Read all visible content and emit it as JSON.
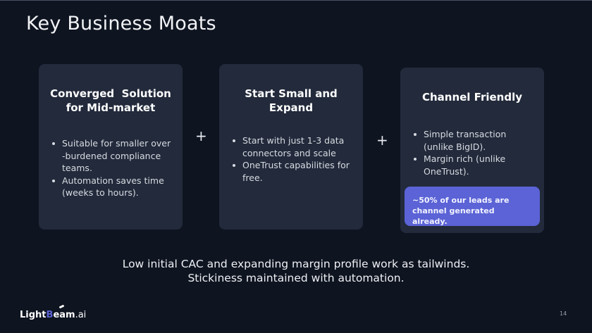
{
  "slide": {
    "title": "Key Business Moats",
    "page_number": "14"
  },
  "cards": [
    {
      "title_line1": "Converged  Solution",
      "title_line2": "for Mid-market",
      "bullets": [
        "Suitable for smaller over -burdened compliance teams.",
        "Automation saves time (weeks to hours)."
      ]
    },
    {
      "title_line1": "Start Small and",
      "title_line2": "Expand",
      "bullets": [
        "Start with just 1-3 data connectors and scale",
        "OneTrust capabilities for free."
      ]
    },
    {
      "title_line1": "Channel Friendly",
      "bullets": [
        "Simple transaction (unlike BigID).",
        "Margin rich (unlike OneTrust)."
      ],
      "callout_line1": "~50% of our leads are",
      "callout_line2": "channel generated already."
    }
  ],
  "separators": {
    "plus": "+"
  },
  "footer": {
    "line1": "Low initial CAC and expanding margin profile work as tailwinds.",
    "line2": "Stickiness maintained with automation."
  },
  "logo": {
    "part1": "Light",
    "part2": "B",
    "part3": "eam",
    "part4": ".ai"
  },
  "colors": {
    "background": "#0e1420",
    "card": "#222a3b",
    "accent": "#5b63d6"
  }
}
